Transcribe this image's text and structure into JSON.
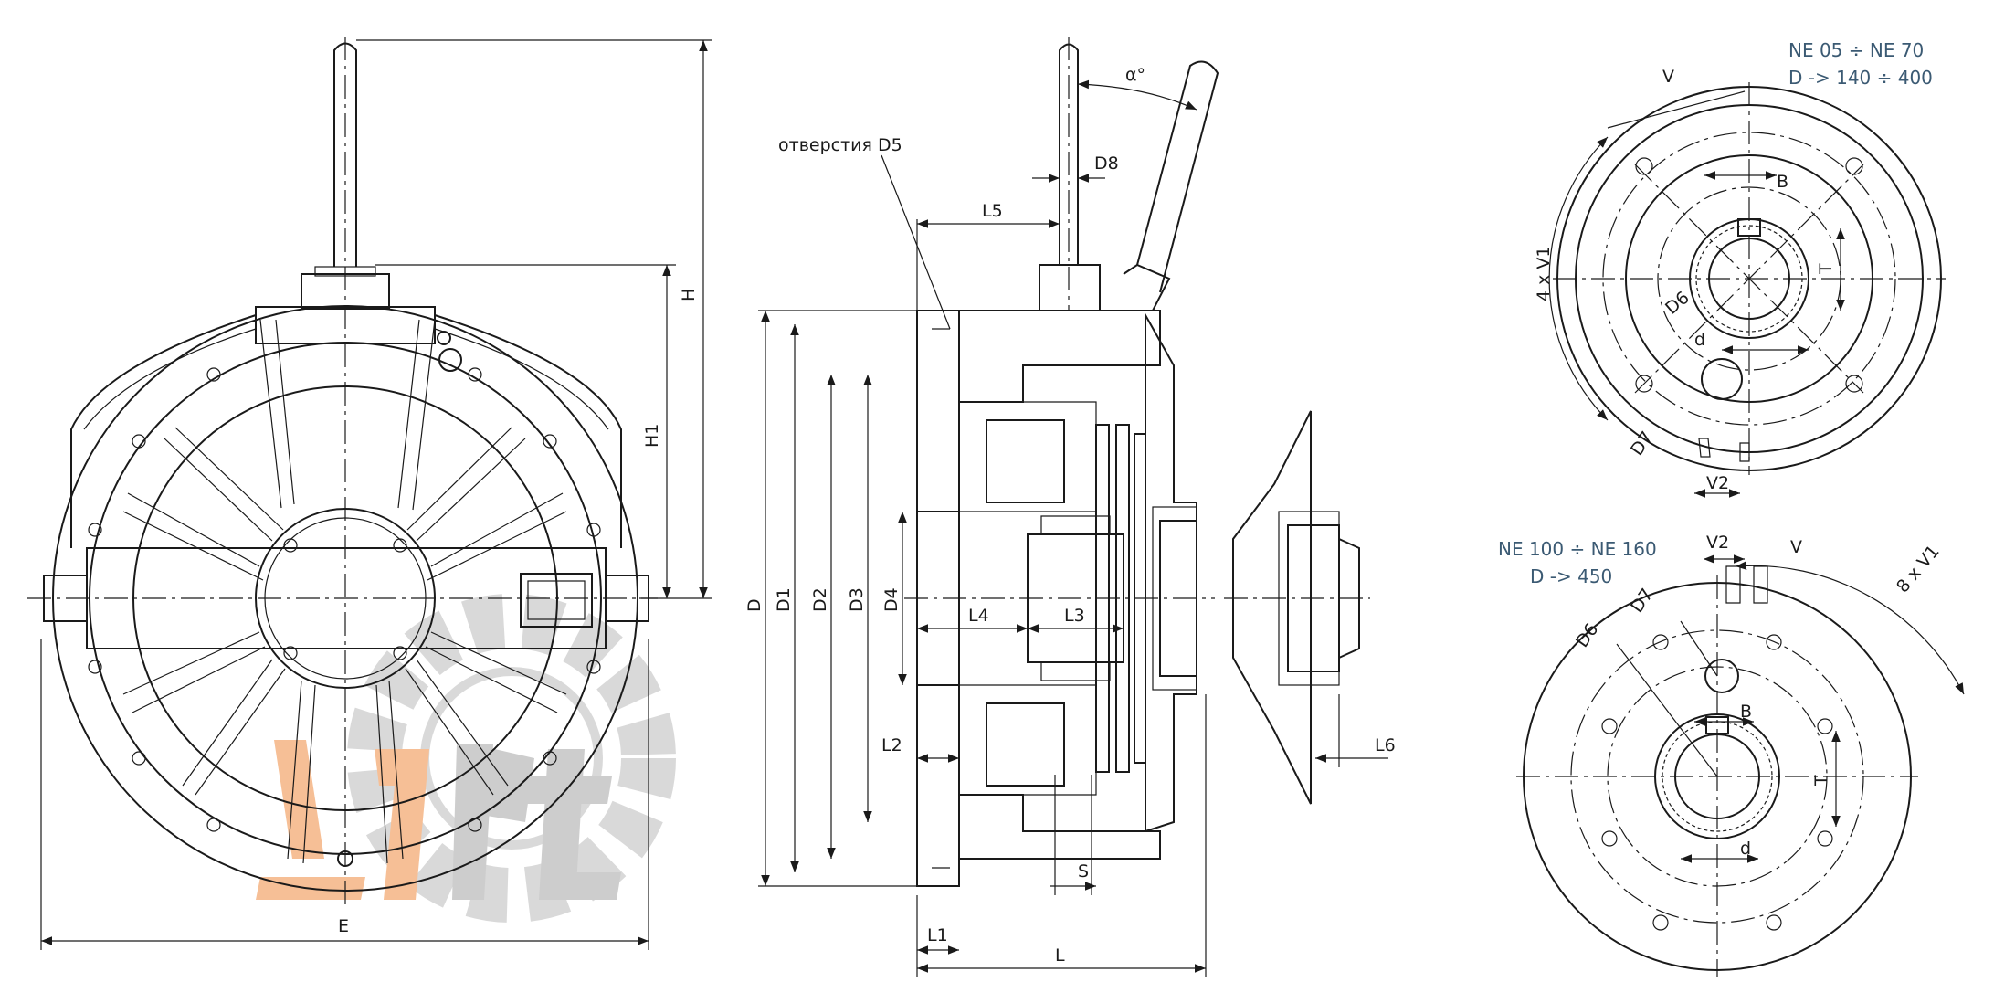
{
  "dimensions": {
    "E": "E",
    "H": "H",
    "H1": "H1",
    "D": "D",
    "D1": "D1",
    "D2": "D2",
    "D3": "D3",
    "D4": "D4",
    "D5_note": "отверстия D5",
    "D8": "D8",
    "L": "L",
    "L1": "L1",
    "L2": "L2",
    "L3": "L3",
    "L4": "L4",
    "L5": "L5",
    "L6": "L6",
    "S": "S",
    "alpha": "α°"
  },
  "view_top": {
    "range": "NE 05 ÷ NE 70",
    "diameter": "D -> 140 ÷ 400",
    "V": "V",
    "V1": "4 x V1",
    "V2": "V2",
    "B": "B",
    "T": "T",
    "D6": "D6",
    "D7": "D7",
    "d": "d"
  },
  "view_bottom": {
    "range": "NE 100 ÷ NE 160",
    "diameter": "D -> 450",
    "V": "V",
    "V1": "8 x V1",
    "V2": "V2",
    "B": "B",
    "T": "T",
    "D6": "D6",
    "D7": "D7",
    "d": "d"
  },
  "colors": {
    "line": "#1a1a1a",
    "note_text": "#3b5a73",
    "watermark_orange": "#f3a56a",
    "watermark_gray": "#b9b9b9"
  }
}
